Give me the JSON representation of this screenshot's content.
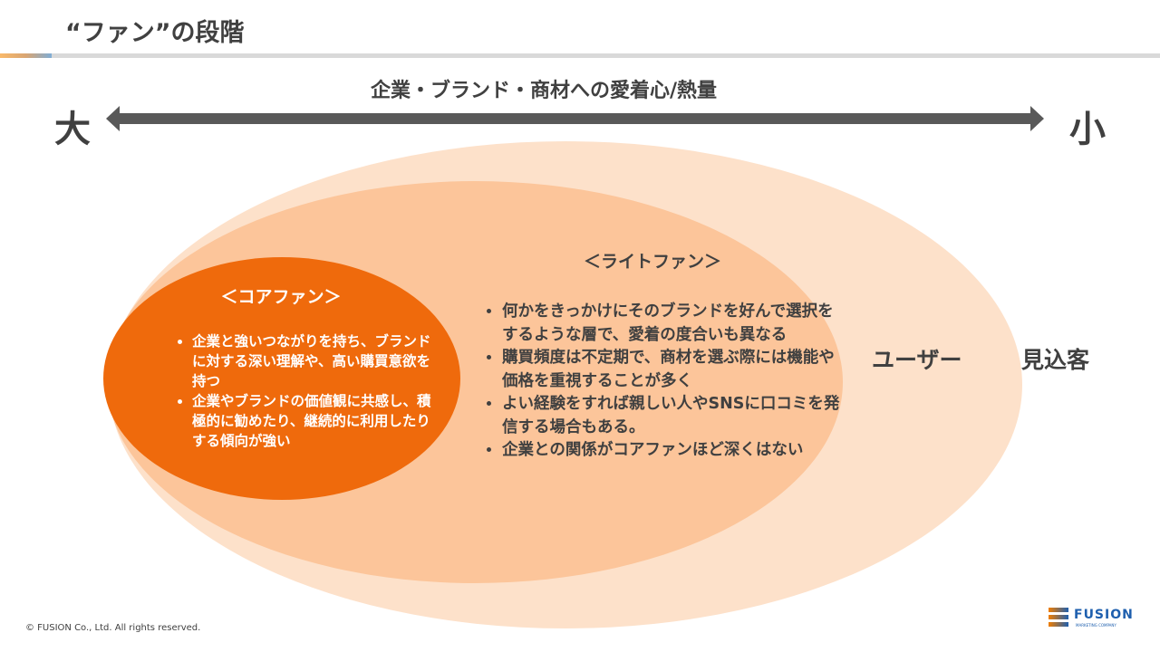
{
  "title": "“ファン”の段階",
  "scale": {
    "label": "企業・ブランド・商材への愛着心/熱量",
    "left": "大",
    "right": "小"
  },
  "core": {
    "title": "＜コアファン＞",
    "items": [
      "企業と強いつながりを持ち、ブランドに対する深い理解や、高い購買意欲を持つ",
      "企業やブランドの価値観に共感し、積極的に勧めたり、継続的に利用したりする傾向が強い"
    ]
  },
  "light": {
    "title": "＜ライトファン＞",
    "items": [
      "何かをきっかけにそのブランドを好んで選択をするような層で、愛着の度合いも異なる",
      "購買頻度は不定期で、商材を選ぶ際には機能や価格を重視することが多く",
      "よい経験をすれば親しい人やSNSに口コミを発信する場合もある。",
      "企業との関係がコアファンほど深くはない"
    ]
  },
  "outer": {
    "user": "ユーザー",
    "prospect": "見込客"
  },
  "footer": {
    "copyright": "© FUSION Co., Ltd. All rights reserved.",
    "logo": "FUSION",
    "logo_sub": "MARKETING COMPANY"
  },
  "colors": {
    "outer": "#fde1ca",
    "middle": "#fcc59a",
    "core": "#ef6a0c",
    "arrow": "#595959"
  }
}
